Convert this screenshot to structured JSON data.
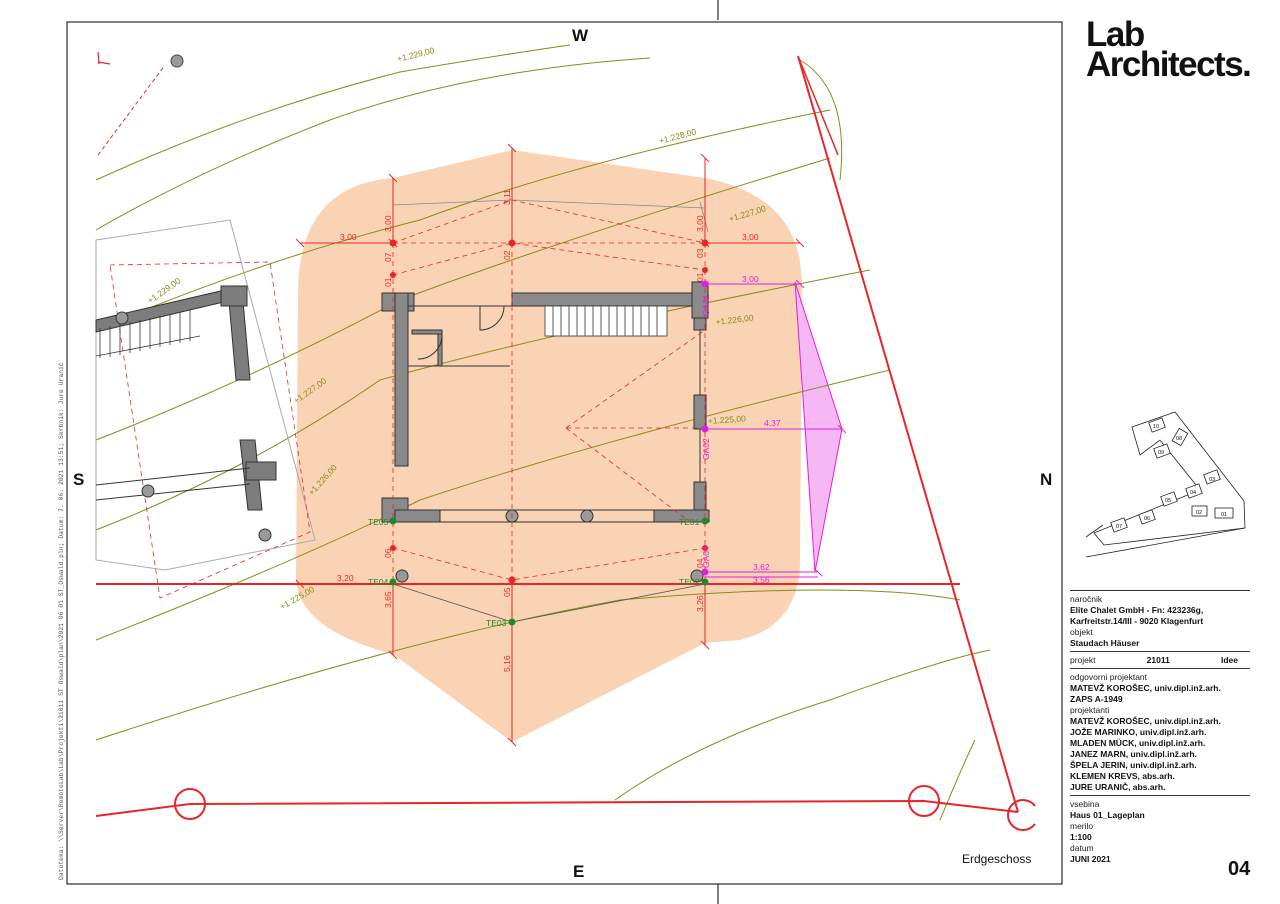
{
  "compass": {
    "north": "N",
    "south": "S",
    "west": "W",
    "east": "E"
  },
  "logo": {
    "line1": "Lab",
    "line2": "Architects."
  },
  "title_block": {
    "client_label": "naročnik",
    "client_line1": "Elite Chalet GmbH - Fn: 423236g,",
    "client_line2": "Karfreitstr.14/III - 9020 Klagenfurt",
    "object_label": "objekt",
    "object_value": "Staudach Häuser",
    "project_label": "projekt",
    "project_number": "21011",
    "project_phase": "Idee",
    "responsible_label": "odgovorni projektant",
    "responsible_name": "MATEVŽ KOROŠEC, univ.dipl.inž.arh.",
    "responsible_reg": "ZAPS A-1949",
    "designers_label": "projektanti",
    "designers": [
      "MATEVŽ KOROŠEC, univ.dipl.inž.arh.",
      "JOŽE MARINKO, univ.dipl.inž.arh.",
      "MLADEN MÜCK, univ.dipl.inž.arh.",
      "JANEZ MARN, univ.dipl.inž.arh.",
      "ŠPELA JERIN, univ.dipl.inž.arh.",
      "KLEMEN KREVS, abs.arh.",
      "JURE URANIČ, abs.arh."
    ],
    "content_label": "vsebina",
    "content_value": "Haus 01_Lageplan",
    "scale_label": "merilo",
    "scale_value": "1:100",
    "date_label": "datum",
    "date_value": "JUNI 2021",
    "sheet_number": "04"
  },
  "floor_label": "Erdgeschoss",
  "side_path": "Datoteka: \\\\Server\\RemoteLab\\Lab\\Projekti\\21011 ST Oswald\\plan\\2021 06 01 ST_Oswald.pln; Datum: 7. 06. 2021 13:51; Skrbnik: Jure Uranič",
  "contours": [
    "+1.228,00",
    "+1.227,00",
    "+1.226,00",
    "+1.225,00",
    "+1.227,00",
    "+1.226,00",
    "+1.225,00",
    "+1.229,00",
    "+1.229,00"
  ],
  "dims": {
    "d300a": "3,00",
    "d300b": "3,00",
    "d300c": "3,00",
    "d300d": "3,00",
    "d300e": "3,00",
    "d311": "3,11",
    "d437": "4,37",
    "d362": "3,62",
    "d356": "3,56",
    "d320": "3,20",
    "d365": "3,65",
    "d326": "3,26",
    "d516": "5,16",
    "p07": "07",
    "p01": "01",
    "p02": "02",
    "p03": "03",
    "p06": "06",
    "p05": "05",
    "p04": "04",
    "p01b": "01"
  },
  "points": {
    "te01": "TE01",
    "te02": "TE02",
    "te03": "TE03",
    "te04": "TE04",
    "te05": "TE05"
  },
  "gauge": {
    "ga01": "GA01",
    "ga02": "GA02",
    "ga04": "GA04"
  },
  "keymap": {
    "h10": "10",
    "h09": "09",
    "h08": "08",
    "h05": "05",
    "h04": "04",
    "h03": "03",
    "h07": "07",
    "h06": "06",
    "h02": "02",
    "h01": "01"
  },
  "colors": {
    "plot_line": "#e8262a",
    "contour": "#8a8a1a",
    "fill": "#f9d3b3",
    "magenta": "#e020e0",
    "green": "#1e8a2e",
    "wall": "#8a8a8a"
  }
}
